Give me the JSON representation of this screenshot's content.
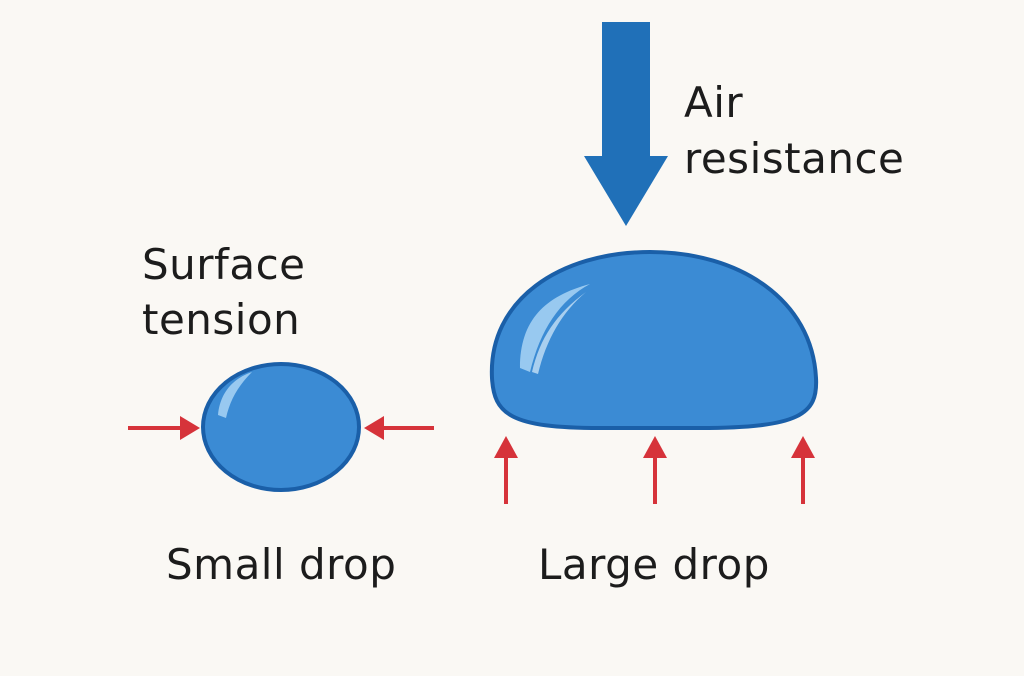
{
  "labels": {
    "surface_tension_line1": "Surface",
    "surface_tension_line2": "tension",
    "air_resistance_line1": "Air",
    "air_resistance_line2": "resistance",
    "small_drop": "Small drop",
    "large_drop": "Large drop"
  },
  "colors": {
    "background": "#faf8f4",
    "drop_fill": "#3b8bd4",
    "drop_outline": "#1a5fa8",
    "drop_highlight": "#a9d4f5",
    "air_arrow": "#2070b8",
    "force_arrow": "#d6333a",
    "text": "#1c1c1c"
  },
  "icons": {
    "air_resistance_arrow": "down-arrow",
    "surface_tension_arrows": "inward-arrows",
    "upward_force_arrows": "up-arrows"
  }
}
